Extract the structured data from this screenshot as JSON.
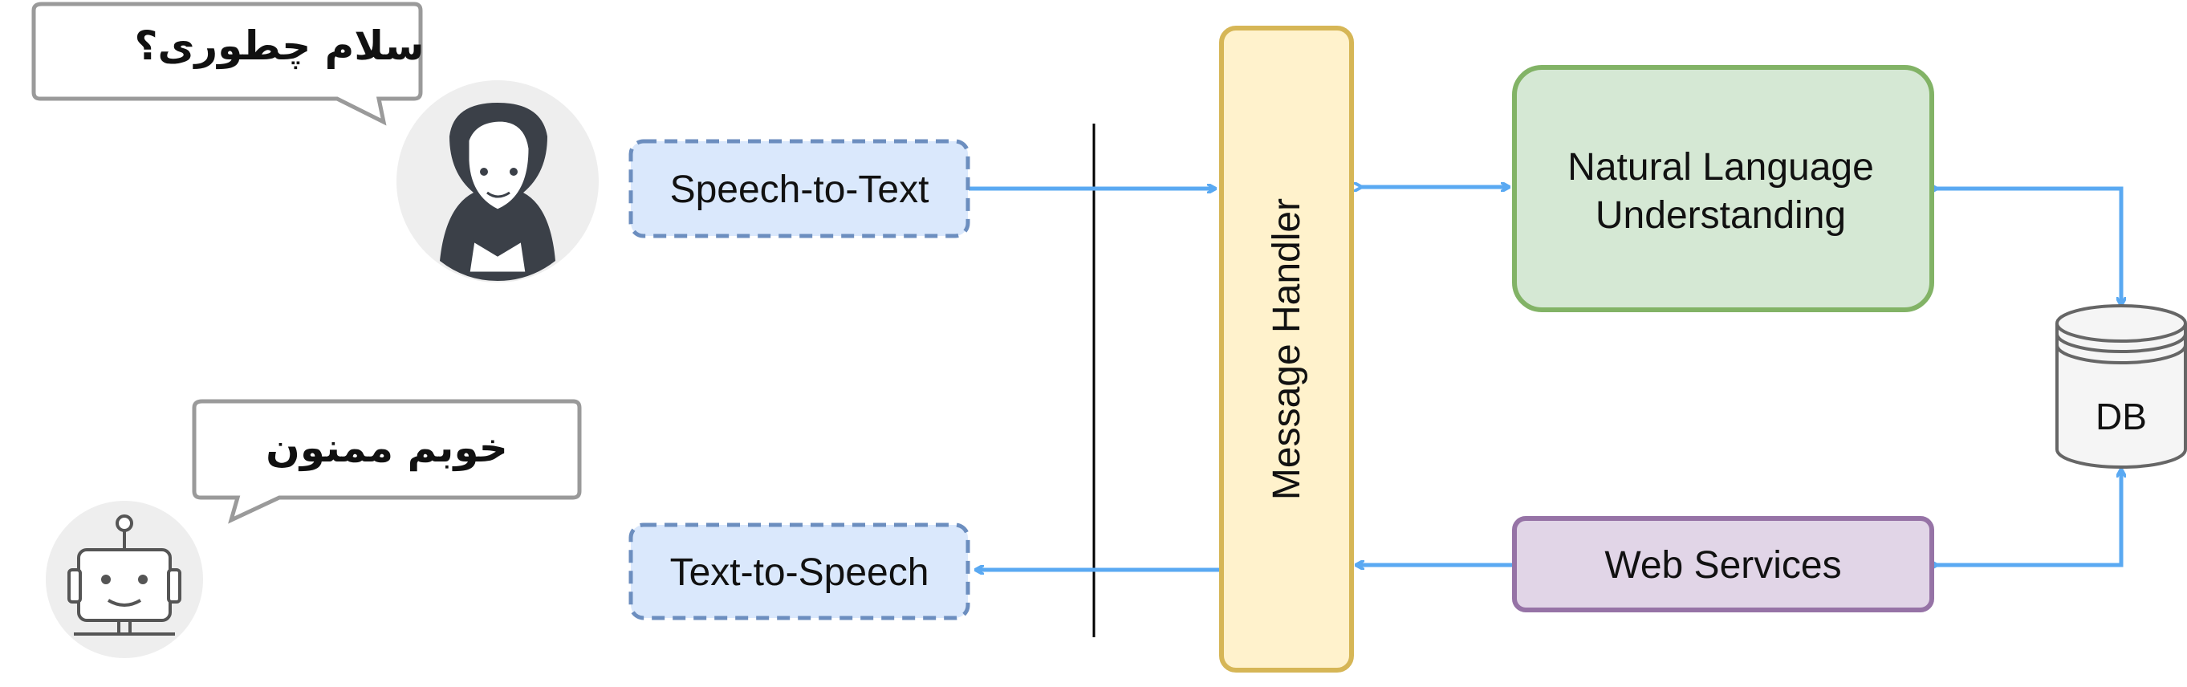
{
  "bubbles": {
    "user": "سلام چطوری؟",
    "bot": "خوبم ممنون"
  },
  "boxes": {
    "stt": "Speech-to-Text",
    "tts": "Text-to-Speech",
    "handler": "Message Handler",
    "nlu_line1": "Natural Language",
    "nlu_line2": "Understanding",
    "web": "Web Services",
    "db": "DB"
  },
  "colors": {
    "arrow": "#5aa9f2",
    "stt_fill": "#dae8fc",
    "stt_stroke": "#6c8ebf",
    "handler_fill": "#fff2cc",
    "handler_stroke": "#d6b656",
    "nlu_fill": "#d5e8d4",
    "nlu_stroke": "#82b366",
    "web_fill": "#e1d5e7",
    "web_stroke": "#9673a6",
    "db_fill": "#f5f5f5",
    "db_stroke": "#666666"
  },
  "icons": {
    "user": "woman-avatar-icon",
    "bot": "robot-avatar-icon"
  }
}
